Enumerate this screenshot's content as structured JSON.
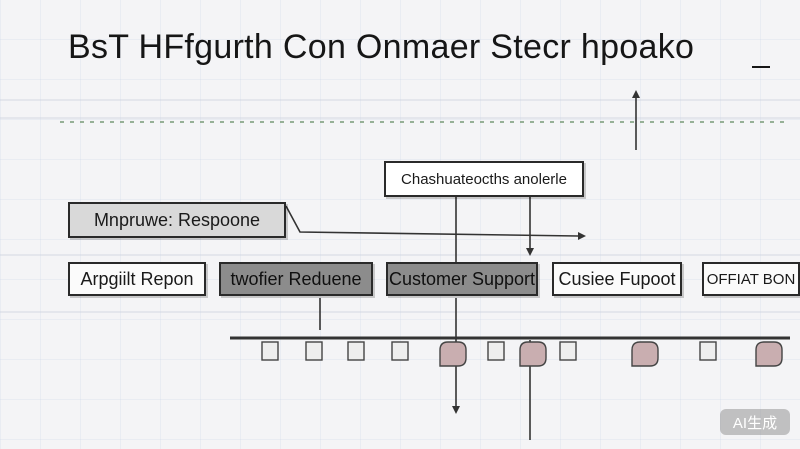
{
  "diagram": {
    "title": "BsT HFfgurth Con Onmaer Stecr hpoako",
    "nodes": {
      "top": "Chashuateocths anolerle",
      "left": "Mnpruwe: Respoone",
      "row1": "Arpgiilt Repon",
      "row2": "twofier Reduene",
      "row3": "Customer Support",
      "row4": "Cusiee Fupoot",
      "row5": "OFFIAT BON"
    }
  },
  "watermark": "AI生成",
  "colors": {
    "line": "#333333",
    "node_dark": "#8c8c8c",
    "node_light": "#fbfbfb",
    "accent": "#6a8a6a"
  }
}
